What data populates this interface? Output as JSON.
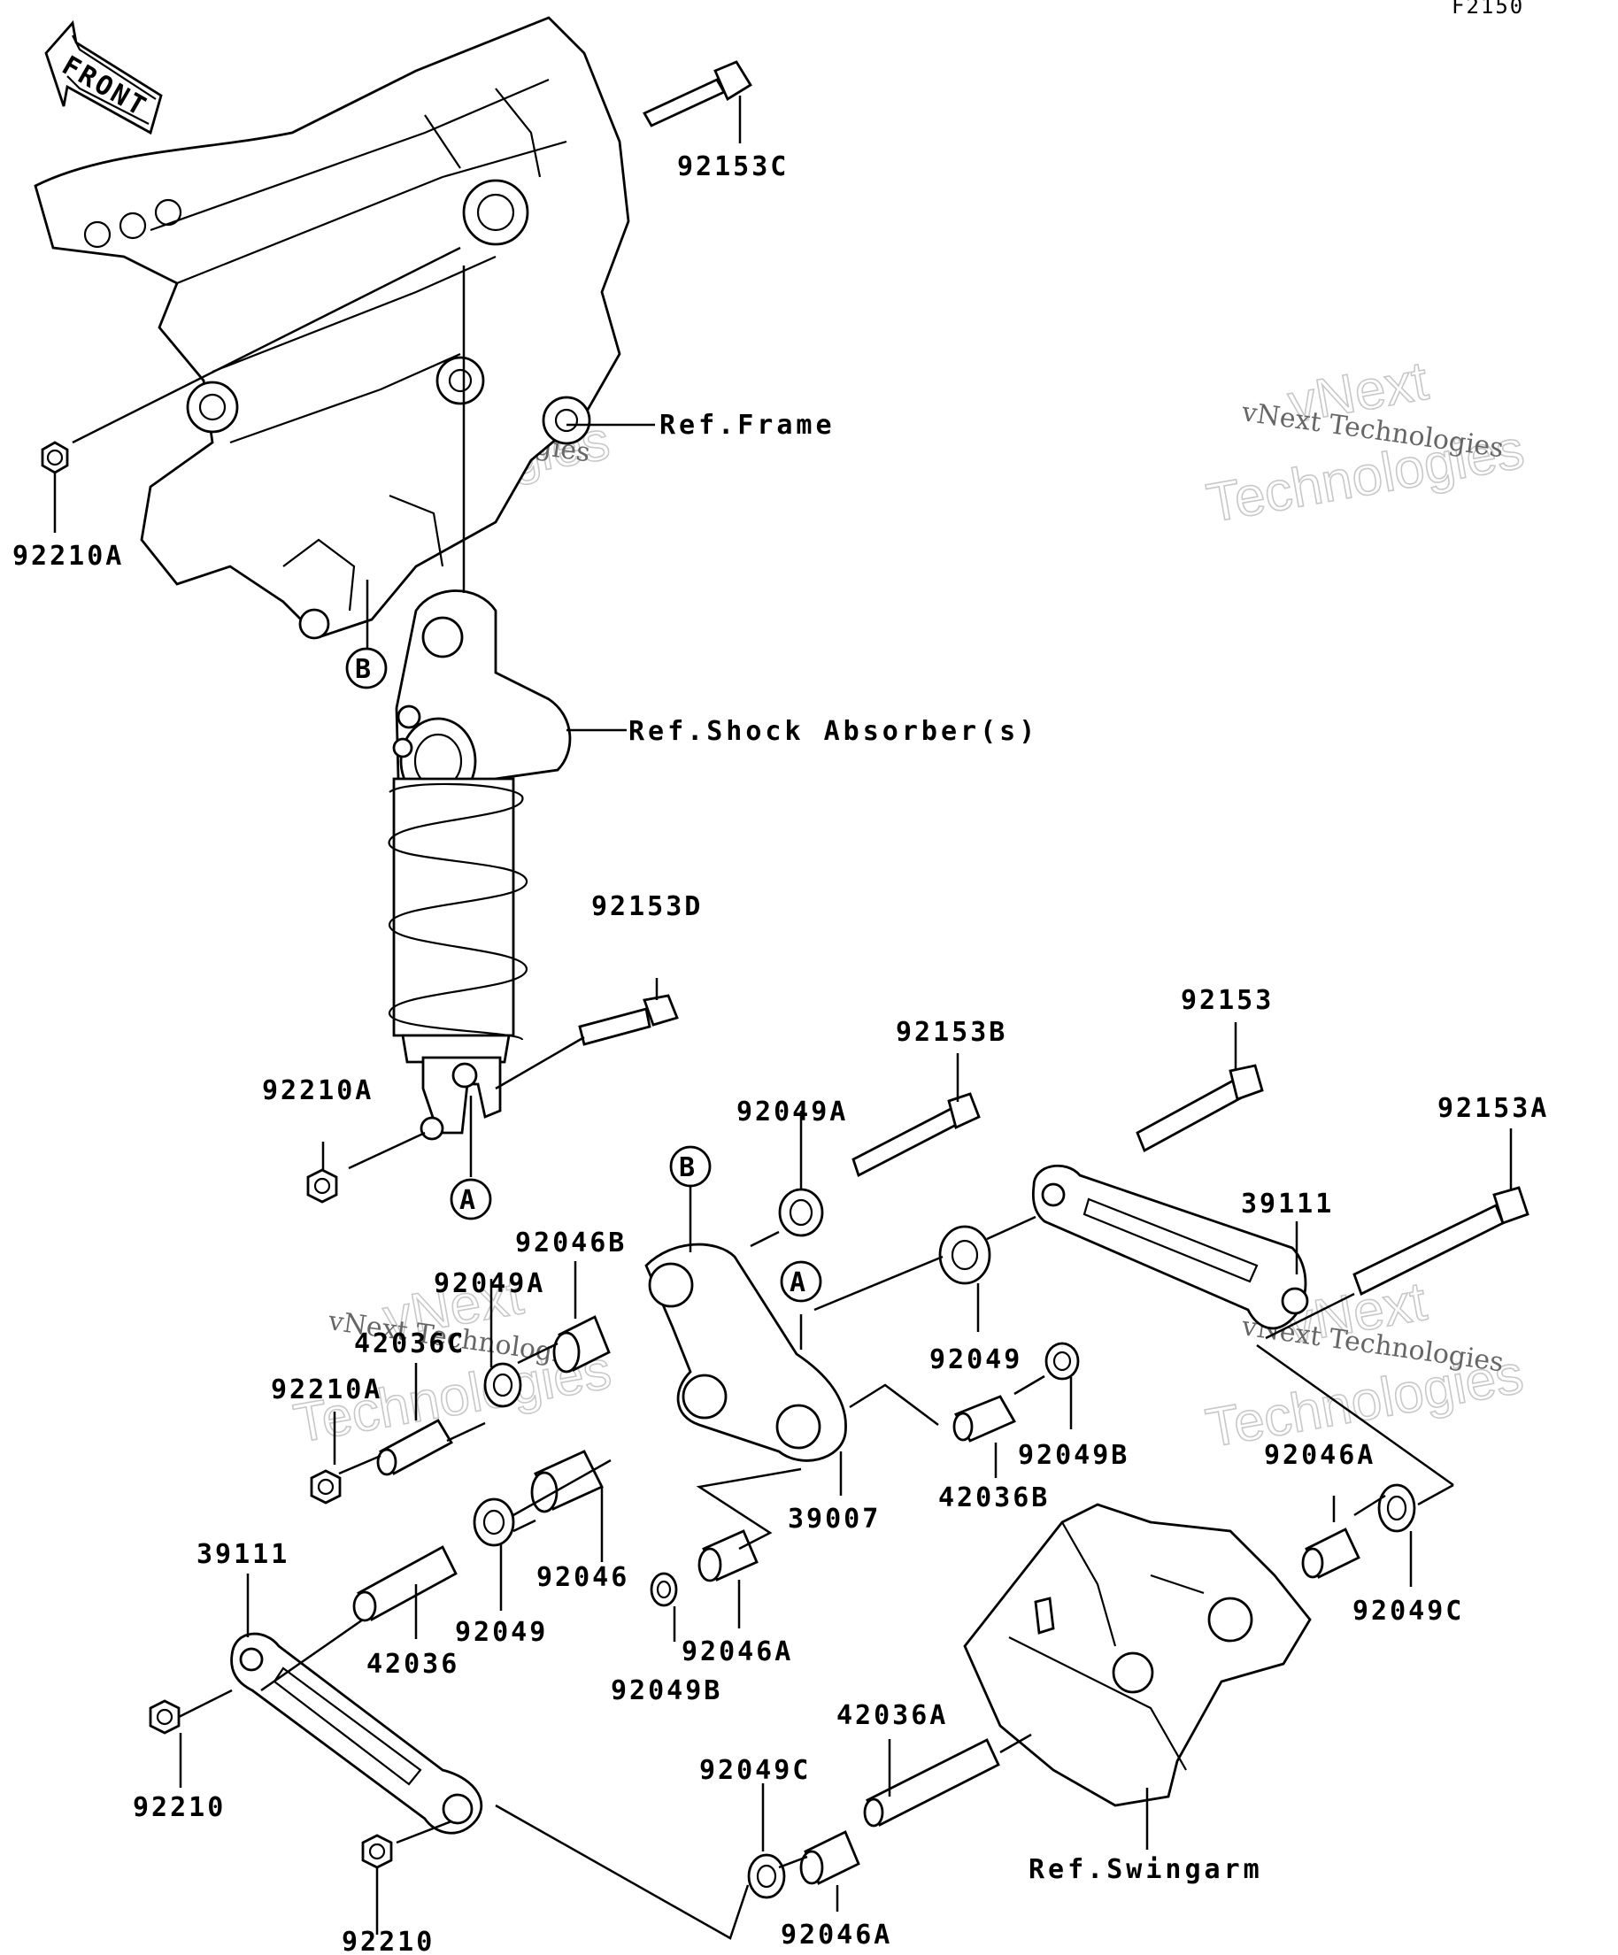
{
  "diagram": {
    "code": "F2150",
    "front_label": "FRONT",
    "refs": {
      "frame": "Ref.Frame",
      "shock": "Ref.Shock Absorber(s)",
      "swingarm": "Ref.Swingarm"
    },
    "markers": {
      "a": "A",
      "b": "B"
    },
    "parts": [
      "92153C",
      "92210A",
      "92153D",
      "92210A",
      "92153B",
      "92153",
      "92049A",
      "92153A",
      "39111",
      "92046B",
      "92049A",
      "42036C",
      "92210A",
      "92049",
      "92049B",
      "42036B",
      "39007",
      "92046A",
      "39111",
      "92046",
      "92049",
      "42036",
      "92046A",
      "92049B",
      "92049C",
      "42036A",
      "92049C",
      "92210",
      "92046A",
      "92210"
    ],
    "watermark": {
      "line1": "vNext Technologies",
      "line2a": "vNext",
      "line2b": "Technologies"
    }
  }
}
